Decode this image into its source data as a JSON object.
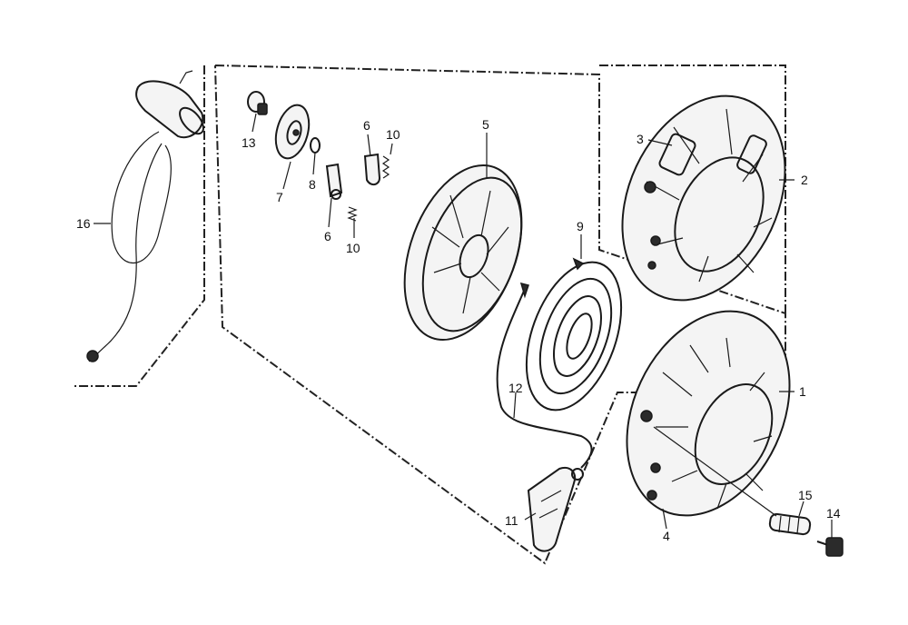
{
  "diagram": {
    "callouts": {
      "c1": "1",
      "c2": "2",
      "c3": "3",
      "c4": "4",
      "c5": "5",
      "c6a": "6",
      "c6b": "6",
      "c7": "7",
      "c8": "8",
      "c9": "9",
      "c10a": "10",
      "c10b": "10",
      "c11": "11",
      "c12": "12",
      "c13": "13",
      "c14": "14",
      "c15": "15",
      "c16": "16"
    }
  },
  "colors": {
    "line": "#1a1a1a",
    "background": "#ffffff"
  }
}
